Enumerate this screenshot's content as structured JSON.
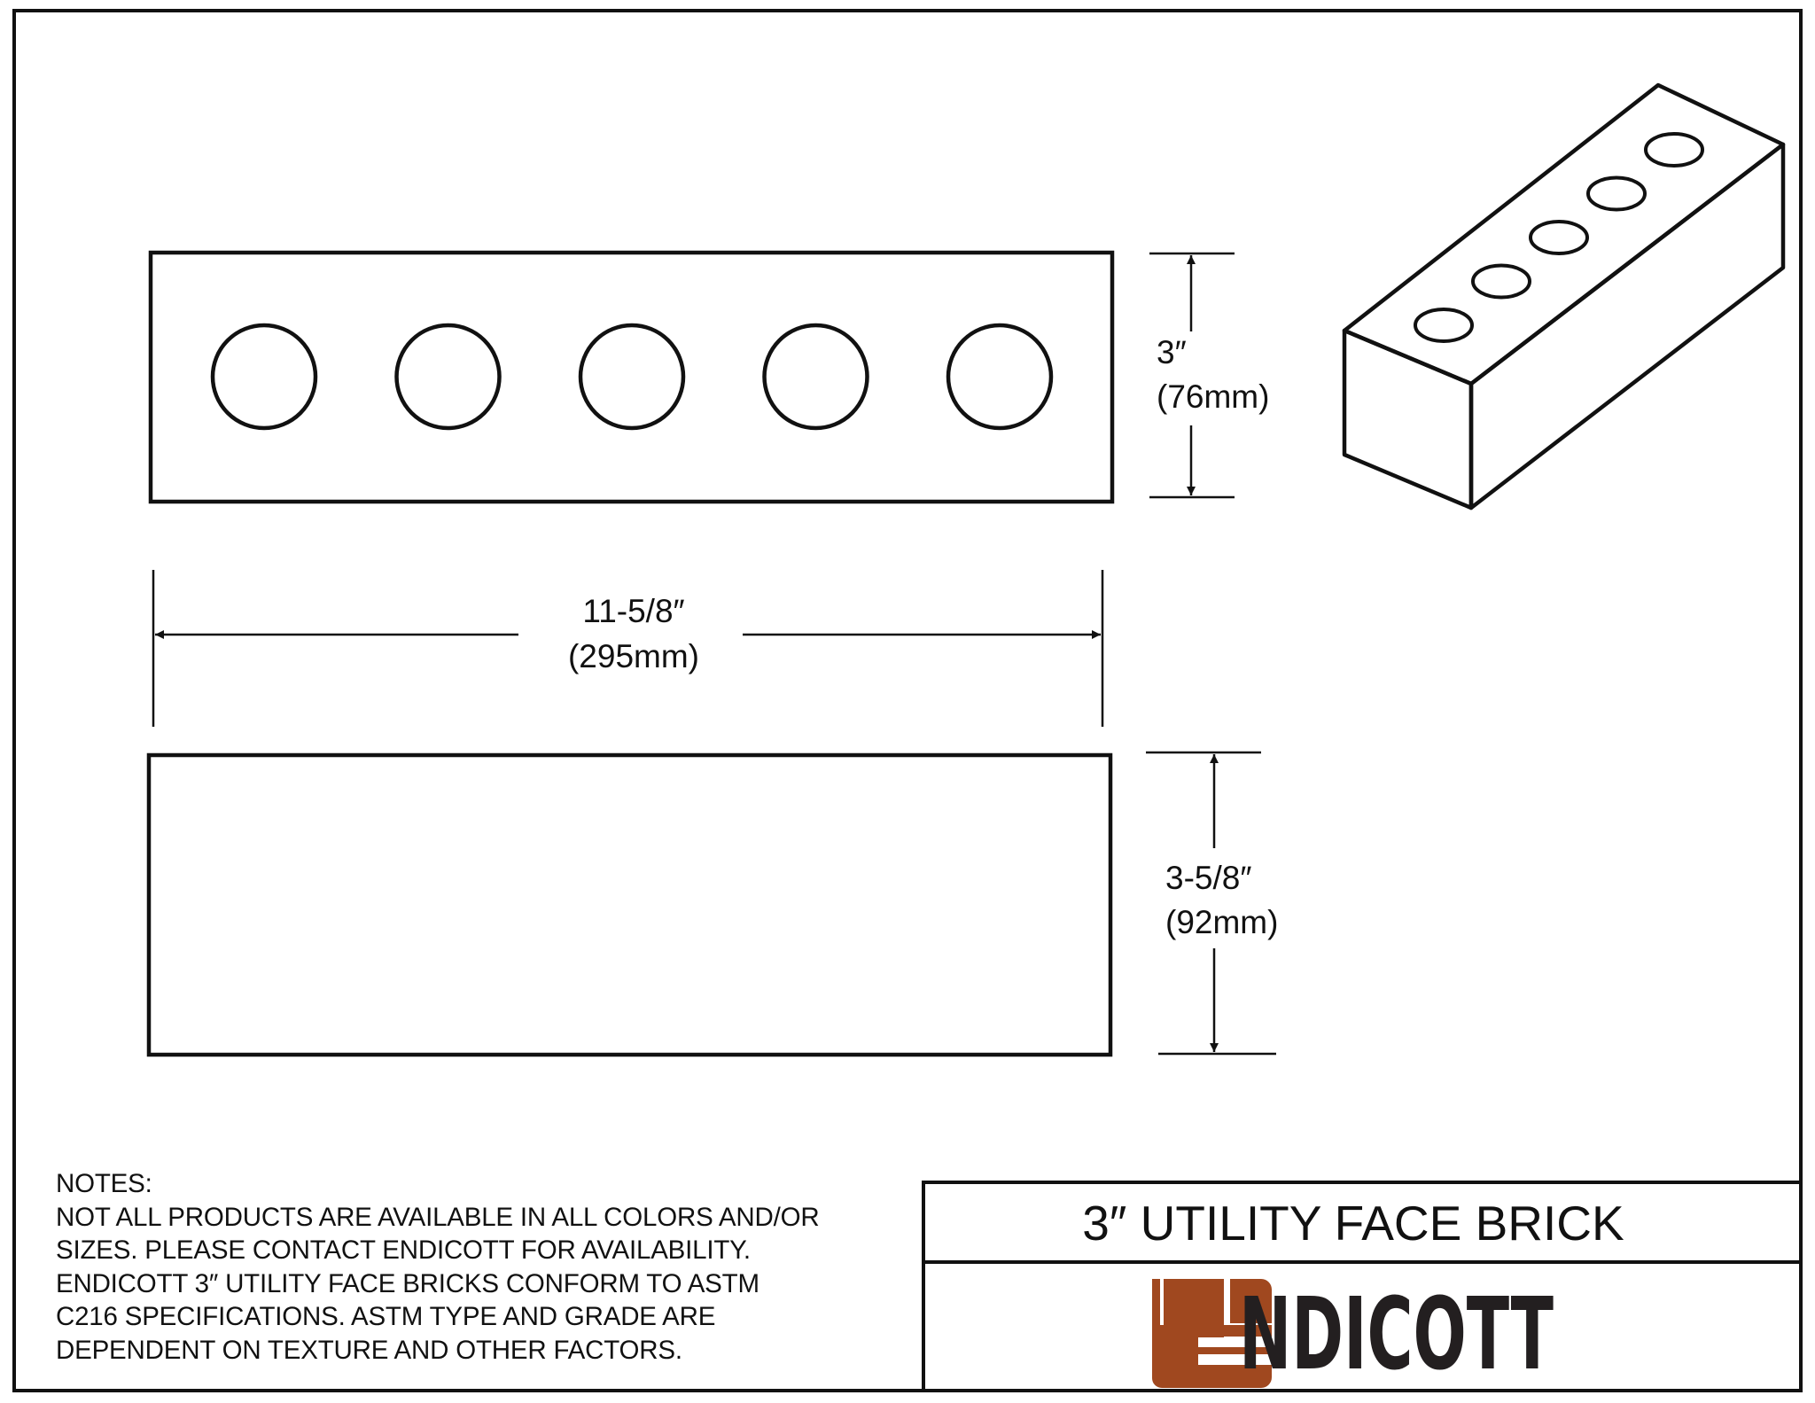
{
  "drawing": {
    "width_dim": {
      "imperial": "11-5/8″",
      "metric": "(295mm)"
    },
    "top_height_dim": {
      "imperial": "3″",
      "metric": "(76mm)"
    },
    "side_height_dim": {
      "imperial": "3-5/8″",
      "metric": "(92mm)"
    },
    "core_count": 5
  },
  "notes": {
    "heading": "NOTES:",
    "lines": [
      "NOT ALL PRODUCTS ARE AVAILABLE IN ALL COLORS AND/OR",
      "SIZES. PLEASE CONTACT ENDICOTT FOR AVAILABILITY.",
      "ENDICOTT 3″ UTILITY FACE BRICKS CONFORM TO ASTM",
      "C216 SPECIFICATIONS. ASTM TYPE AND GRADE ARE",
      "DEPENDENT ON TEXTURE AND OTHER FACTORS."
    ]
  },
  "title_block": {
    "title": "3″ UTILITY FACE BRICK",
    "logo": "ENDICOTT"
  },
  "colors": {
    "line": "#111111",
    "logo_brick": "#a0481f",
    "logo_text": "#231f20"
  }
}
